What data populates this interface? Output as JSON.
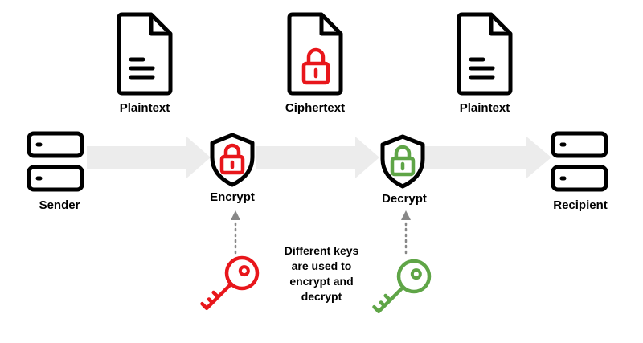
{
  "labels": {
    "doc_left": "Plaintext",
    "doc_middle": "Ciphertext",
    "doc_right": "Plaintext",
    "sender": "Sender",
    "encrypt": "Encrypt",
    "decrypt": "Decrypt",
    "recipient": "Recipient"
  },
  "note_lines": [
    "Different keys",
    "are used to",
    "encrypt and",
    "decrypt"
  ],
  "colors": {
    "encrypt_accent": "#e8161b",
    "decrypt_accent": "#5fa547",
    "arrow": "#ececec",
    "outline": "#000000",
    "dotted": "#888888"
  },
  "icons": {
    "document": "document-icon",
    "locked_document": "locked-document-icon",
    "server": "server-icon",
    "shield_lock": "shield-lock-icon",
    "key": "key-icon"
  }
}
